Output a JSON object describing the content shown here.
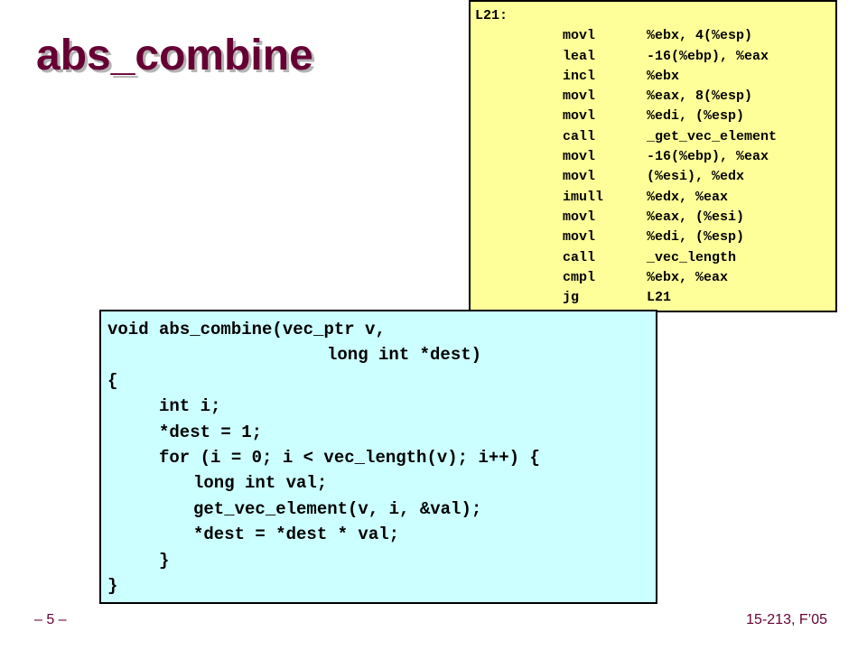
{
  "slide": {
    "title": "abs_combine",
    "page_number": "– 5 –",
    "course": "15-213, F’05"
  },
  "assembly": {
    "label": "L21:",
    "instructions": [
      {
        "op": "movl",
        "args": "%ebx, 4(%esp)"
      },
      {
        "op": "leal",
        "args": "-16(%ebp), %eax"
      },
      {
        "op": "incl",
        "args": "%ebx"
      },
      {
        "op": "movl",
        "args": "%eax, 8(%esp)"
      },
      {
        "op": "movl",
        "args": "%edi, (%esp)"
      },
      {
        "op": "call",
        "args": "_get_vec_element"
      },
      {
        "op": "movl",
        "args": "-16(%ebp), %eax"
      },
      {
        "op": "movl",
        "args": "(%esi), %edx"
      },
      {
        "op": "imull",
        "args": "%edx, %eax"
      },
      {
        "op": "movl",
        "args": "%eax, (%esi)"
      },
      {
        "op": "movl",
        "args": "%edi, (%esp)"
      },
      {
        "op": "call",
        "args": "_vec_length"
      },
      {
        "op": "cmpl",
        "args": "%ebx, %eax"
      },
      {
        "op": "jg",
        "args": "L21"
      }
    ]
  },
  "c_code": {
    "lines": [
      {
        "indent": 0,
        "text": "void abs_combine(vec_ptr v,"
      },
      {
        "indent": 1,
        "text": "long int *dest)"
      },
      {
        "indent": 0,
        "text": "{"
      },
      {
        "indent": 2,
        "text": "int i;"
      },
      {
        "indent": 2,
        "text": "*dest = 1;"
      },
      {
        "indent": 2,
        "text": "for (i = 0; i < vec_length(v); i++) {"
      },
      {
        "indent": 3,
        "text": "long int val;"
      },
      {
        "indent": 3,
        "text": "get_vec_element(v, i, &val);"
      },
      {
        "indent": 3,
        "text": "*dest = *dest * val;"
      },
      {
        "indent": 2,
        "text": "}"
      },
      {
        "indent": 0,
        "text": "}"
      }
    ]
  }
}
